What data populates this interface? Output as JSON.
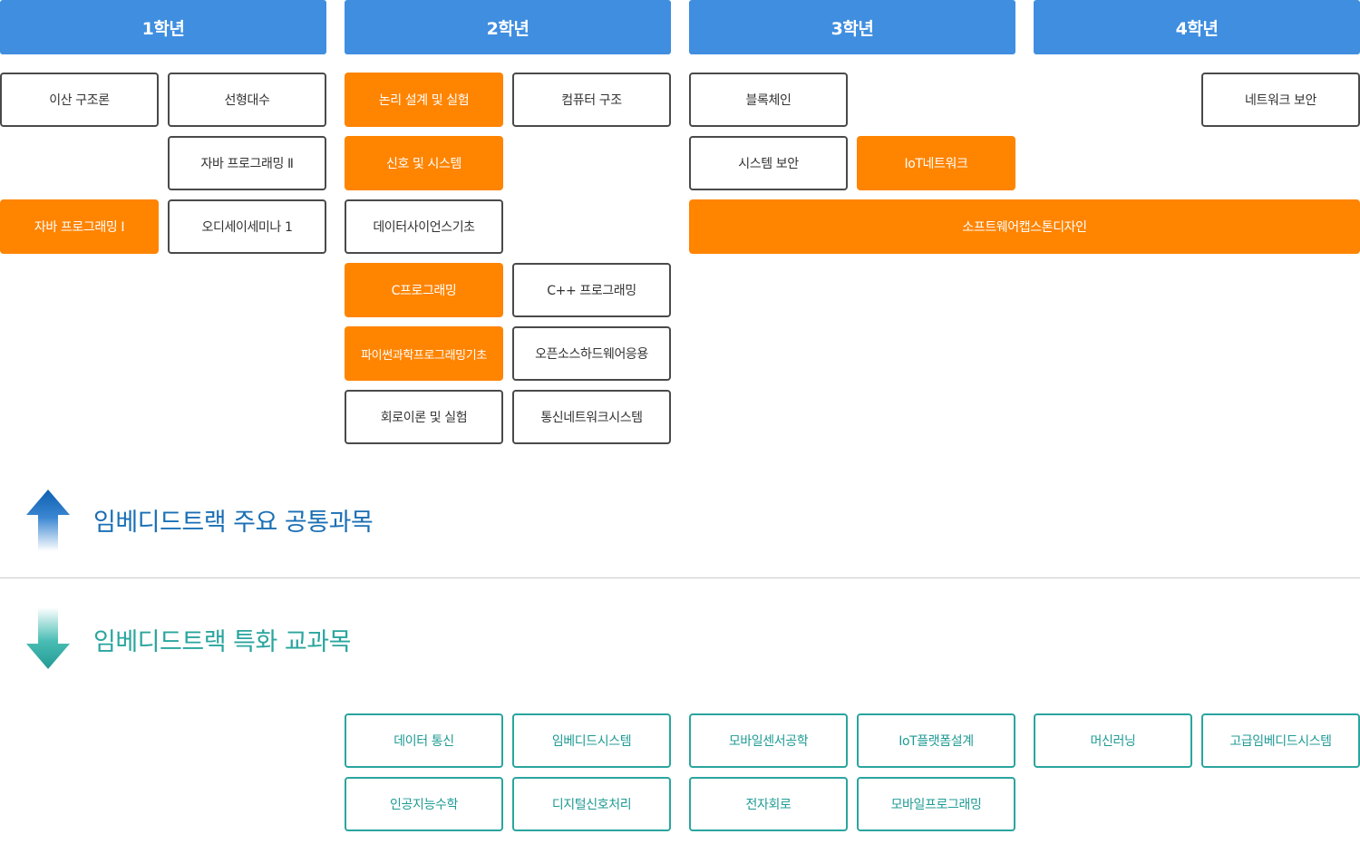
{
  "years": [
    "1학년",
    "2학년",
    "3학년",
    "4학년"
  ],
  "courses": {
    "discrete": "이산 구조론",
    "linear_algebra": "선형대수",
    "java2": "자바 프로그래밍 Ⅱ",
    "java1": "자바 프로그래밍 Ⅰ",
    "audio_seminar": "오디세이세미나 1",
    "logic_design": "논리 설계 및 실험",
    "comp_arch": "컴퓨터 구조",
    "signals": "신호 및 시스템",
    "data_science": "데이터사이언스기초",
    "c_prog": "C프로그래밍",
    "cpp_prog": "C++ 프로그래밍",
    "python_sci": "파이썬과학프로그래밍기초",
    "open_hw": "오픈소스하드웨어응용",
    "circuit": "회로이론 및 실험",
    "comm_net": "통신네트워크시스템",
    "blockchain": "블록체인",
    "sys_security": "시스템 보안",
    "iot_net": "IoT네트워크",
    "capstone": "소프트웨어캡스톤디자인",
    "net_security": "네트워크 보안"
  },
  "special": {
    "data_comm": "데이터 통신",
    "embedded_sys": "임베디드시스템",
    "ai_math": "인공지능수학",
    "dsp": "디지털신호처리",
    "mobile_sensor": "모바일센서공학",
    "iot_platform": "IoT플랫폼설계",
    "electronic_circuit": "전자회로",
    "mobile_prog": "모바일프로그래밍",
    "ml": "머신러닝",
    "adv_embedded": "고급임베디드시스템"
  },
  "legend": {
    "common": "임베디드트랙 주요 공통과목",
    "special": "임베디드트랙 특화 교과목"
  },
  "colors": {
    "header": "#3f8ee0",
    "common": "#ff8400",
    "special": "#2aa59e",
    "common_text": "#1a6fb5"
  }
}
